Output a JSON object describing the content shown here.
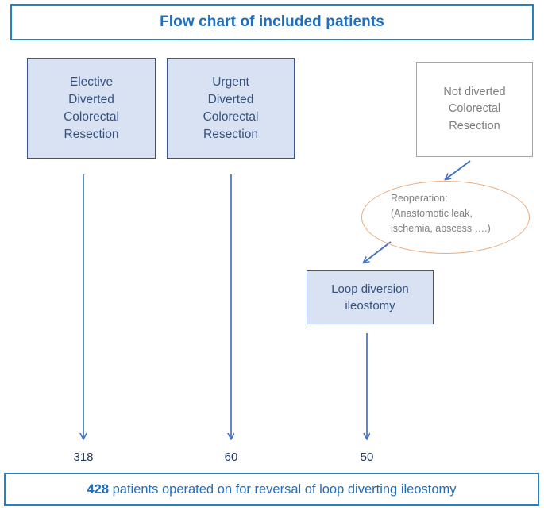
{
  "title": {
    "text": "Flow chart of included patients"
  },
  "boxes": {
    "elective": {
      "name": "Elective Diverted Colorectal Resection",
      "lines": [
        "Elective",
        "Diverted",
        "Colorectal",
        "Resection"
      ]
    },
    "urgent": {
      "name": "Urgent Diverted Colorectal Resection",
      "lines": [
        "Urgent",
        "Diverted",
        "Colorectal",
        "Resection"
      ]
    },
    "not_diverted": {
      "name": "Not diverted Colorectal Resection",
      "lines": [
        "Not diverted",
        "Colorectal",
        "Resection"
      ]
    },
    "loop_diversion": {
      "name": "Loop diversion ileostomy",
      "lines": [
        "Loop diversion",
        "ileostomy"
      ]
    }
  },
  "ellipse": {
    "name": "Reoperation",
    "lines": [
      "Reoperation:",
      "(Anastomotic leak,",
      "ischemia, abscess ….)"
    ]
  },
  "counts": {
    "elective": "318",
    "urgent": "60",
    "loop": "50"
  },
  "summary": {
    "count": "428",
    "text": " patients operated on for reversal of loop diverting ileostomy"
  },
  "colors": {
    "title_blue": "#1f6fc0",
    "border_blue": "#2581c4",
    "box_fill": "#d9e2f3",
    "box_border": "#39538f",
    "box_text": "#33517f",
    "gray_text": "#7f7f7f",
    "gray_border": "#a6a6a6",
    "ellipse_orange": "#ebab7b",
    "arrow_blue": "#4472c4",
    "count_navy": "#1f3864"
  },
  "arrows": [
    {
      "name": "arrow-elective-to-count",
      "from": "elective-box",
      "to": "count-318",
      "direction": "down"
    },
    {
      "name": "arrow-urgent-to-count",
      "from": "urgent-box",
      "to": "count-60",
      "direction": "down"
    },
    {
      "name": "arrow-notdiverted-to-reoperation",
      "from": "not-diverted-box",
      "to": "reoperation-ellipse",
      "direction": "down-left"
    },
    {
      "name": "arrow-reoperation-to-loop",
      "from": "reoperation-ellipse",
      "to": "loop-diversion-box",
      "direction": "down-left"
    },
    {
      "name": "arrow-loop-to-count",
      "from": "loop-diversion-box",
      "to": "count-50",
      "direction": "down"
    }
  ]
}
